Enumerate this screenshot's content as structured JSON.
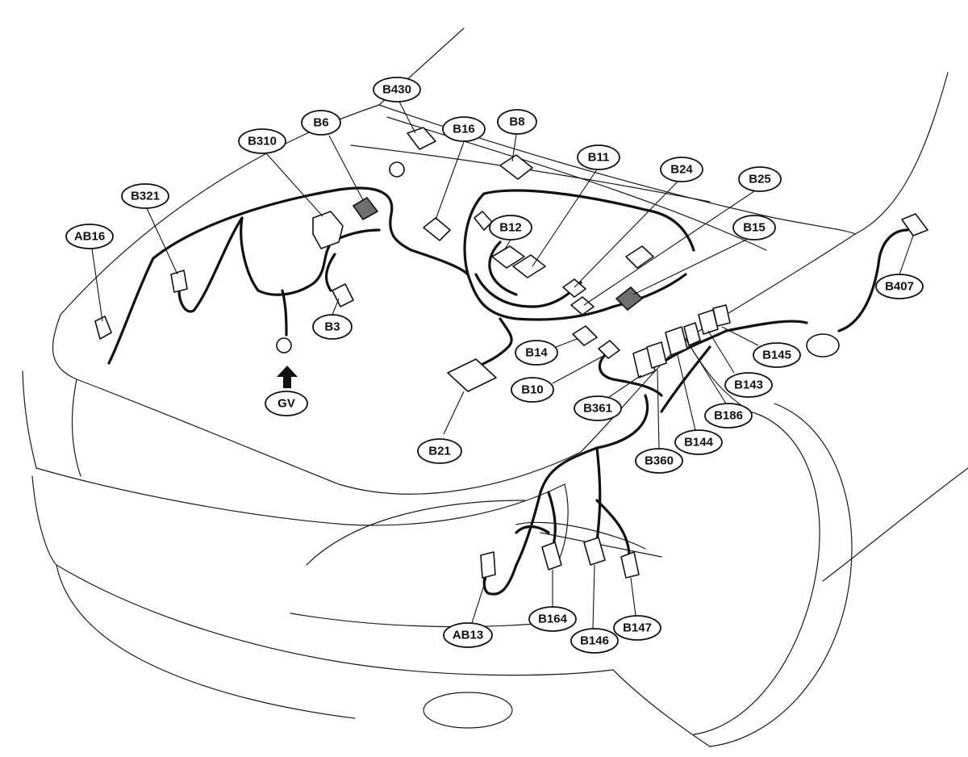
{
  "labels": {
    "B430": "B430",
    "B6": "B6",
    "B16": "B16",
    "B8": "B8",
    "B310": "B310",
    "B11": "B11",
    "B24": "B24",
    "B25": "B25",
    "B321": "B321",
    "B15": "B15",
    "AB16": "AB16",
    "B12": "B12",
    "B407": "B407",
    "B3": "B3",
    "B14": "B14",
    "B145": "B145",
    "B10": "B10",
    "B143": "B143",
    "GV": "GV",
    "B361": "B361",
    "B186": "B186",
    "B144": "B144",
    "B21": "B21",
    "B360": "B360",
    "B164": "B164",
    "AB13": "AB13",
    "B146": "B146",
    "B147": "B147"
  },
  "colors": {
    "line": "#111111",
    "background": "#ffffff",
    "connector_dark": "#6e6e6e"
  }
}
